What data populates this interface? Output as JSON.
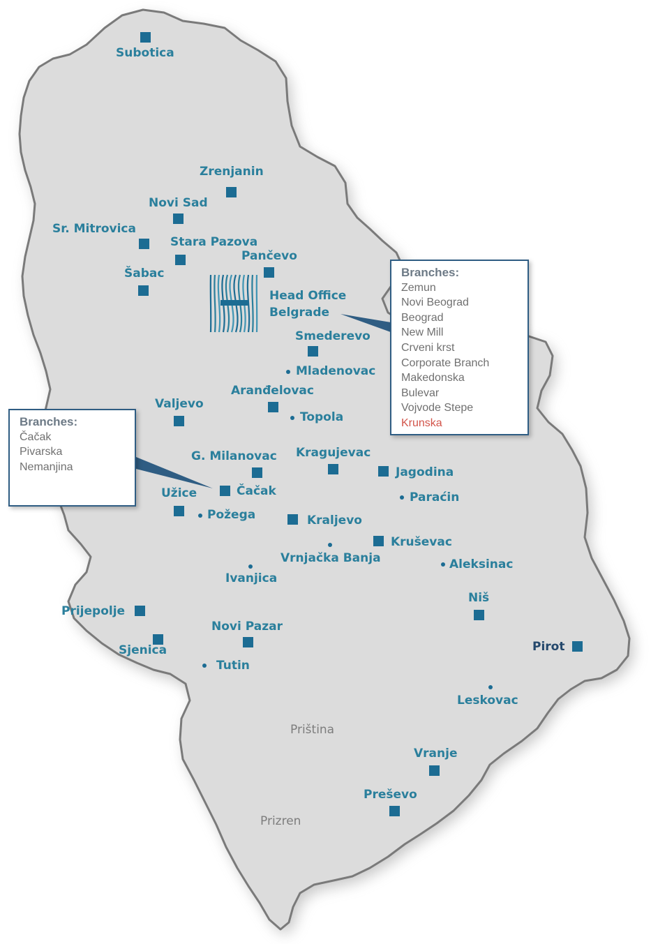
{
  "map": {
    "colors": {
      "land": "#dcdcdc",
      "outline": "#7a7a7a",
      "marker": "#1c6c93",
      "label": "#2a7f9c",
      "grey_label": "#7d7d7d",
      "callout_border": "#2f5d83",
      "highlight": "#d2544a"
    },
    "head_office": {
      "logo_icon": "hypo-logo-icon",
      "line1": "Head Office",
      "line2": "Belgrade"
    },
    "cities": [
      {
        "name": "Subotica",
        "marker": "square"
      },
      {
        "name": "Zrenjanin",
        "marker": "square"
      },
      {
        "name": "Novi Sad",
        "marker": "square"
      },
      {
        "name": "Sr. Mitrovica",
        "marker": "square"
      },
      {
        "name": "Stara Pazova",
        "marker": "square"
      },
      {
        "name": "Pančevo",
        "marker": "square"
      },
      {
        "name": "Šabac",
        "marker": "square"
      },
      {
        "name": "Smederevo",
        "marker": "square"
      },
      {
        "name": "Mladenovac",
        "marker": "dot"
      },
      {
        "name": "Aranđelovac",
        "marker": "square"
      },
      {
        "name": "Topola",
        "marker": "dot"
      },
      {
        "name": "Valjevo",
        "marker": "square"
      },
      {
        "name": "G. Milanovac",
        "marker": "square"
      },
      {
        "name": "Kragujevac",
        "marker": "square"
      },
      {
        "name": "Jagodina",
        "marker": "square"
      },
      {
        "name": "Čačak",
        "marker": "square"
      },
      {
        "name": "Užice",
        "marker": "square"
      },
      {
        "name": "Požega",
        "marker": "dot"
      },
      {
        "name": "Paraćin",
        "marker": "dot"
      },
      {
        "name": "Kraljevo",
        "marker": "square"
      },
      {
        "name": "Kruševac",
        "marker": "square"
      },
      {
        "name": "Vrnjačka Banja",
        "marker": "dot"
      },
      {
        "name": "Aleksinac",
        "marker": "dot"
      },
      {
        "name": "Ivanjica",
        "marker": "dot"
      },
      {
        "name": "Niš",
        "marker": "square"
      },
      {
        "name": "Prijepolje",
        "marker": "square"
      },
      {
        "name": "Novi Pazar",
        "marker": "square"
      },
      {
        "name": "Sjenica",
        "marker": "square"
      },
      {
        "name": "Tutin",
        "marker": "dot"
      },
      {
        "name": "Pirot",
        "marker": "square"
      },
      {
        "name": "Leskovac",
        "marker": "dot"
      },
      {
        "name": "Priština",
        "marker": "none"
      },
      {
        "name": "Vranje",
        "marker": "square"
      },
      {
        "name": "Preševo",
        "marker": "square"
      },
      {
        "name": "Prizren",
        "marker": "none"
      }
    ],
    "callouts": [
      {
        "id": "belgrade",
        "title": "Branches:",
        "items": [
          "Zemun",
          "Novi Beograd",
          "Beograd",
          "New Mill",
          "Crveni krst",
          "Corporate Branch",
          "Makedonska",
          "Bulevar",
          "Vojvode Stepe",
          "Krunska"
        ],
        "highlighted": "Krunska"
      },
      {
        "id": "cacak",
        "title": "Branches:",
        "items": [
          "Čačak",
          "Pivarska",
          "Nemanjina"
        ]
      }
    ]
  }
}
